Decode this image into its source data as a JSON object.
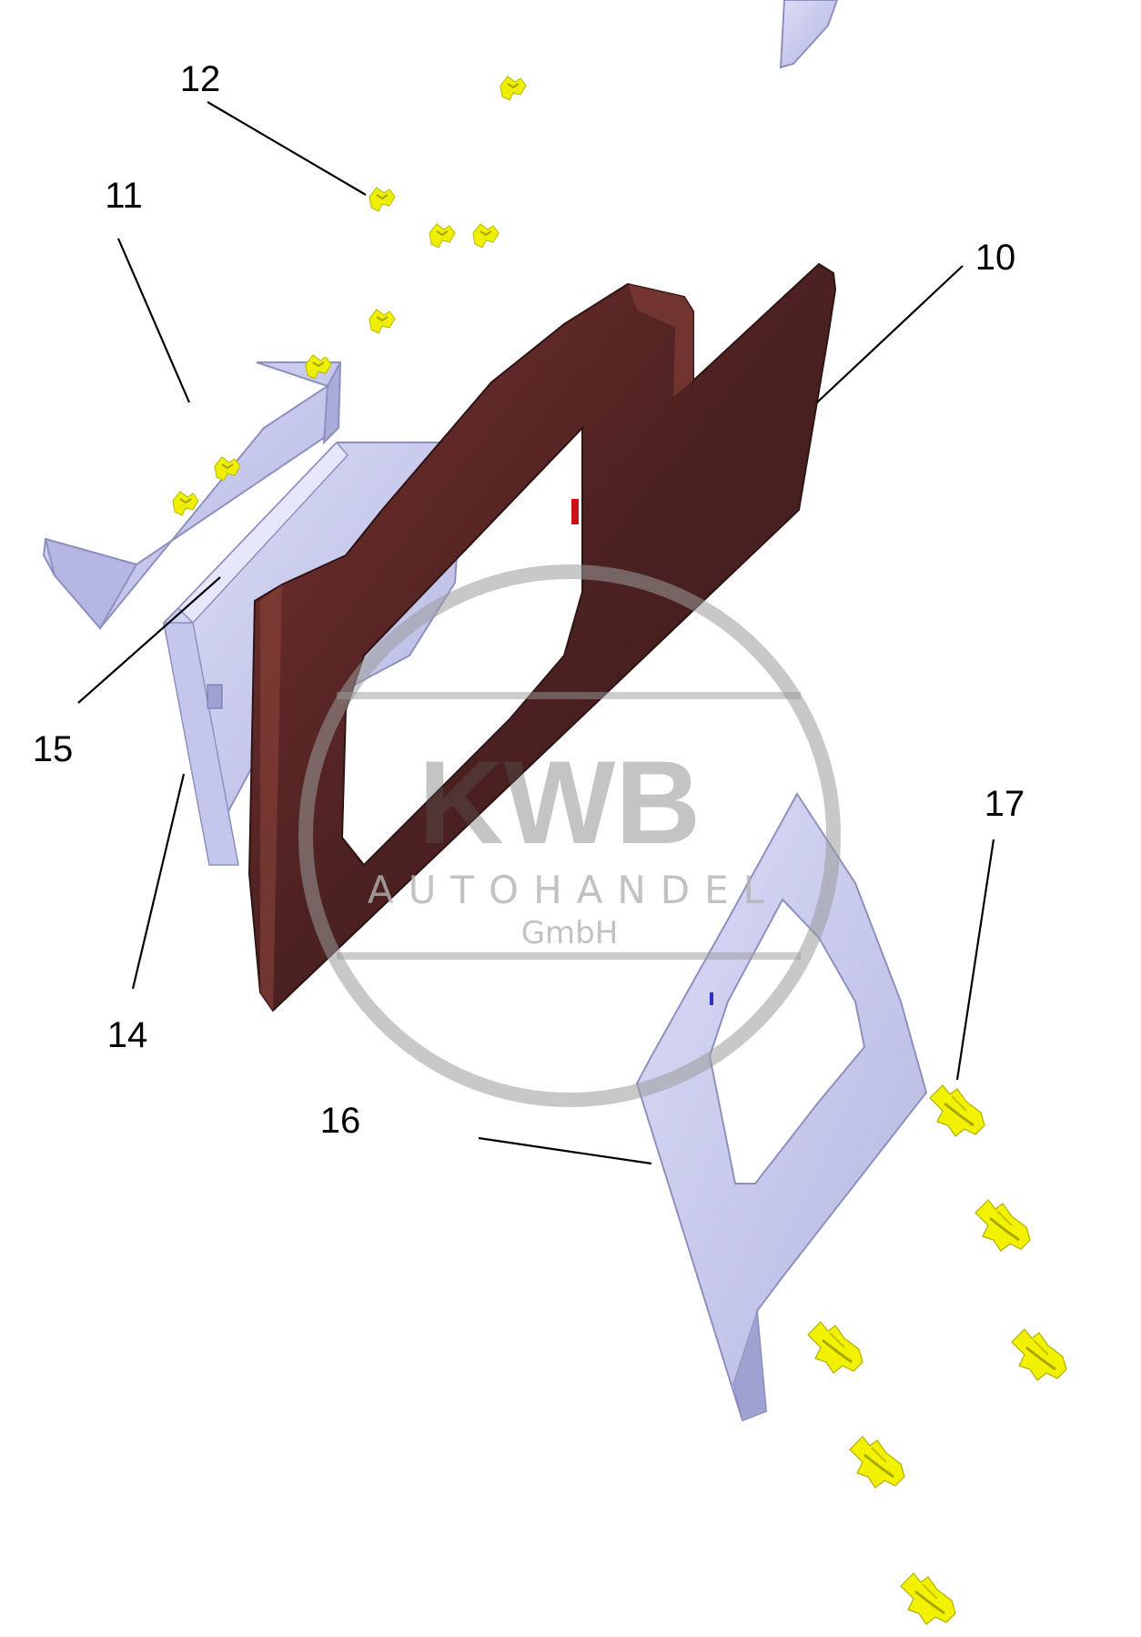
{
  "callouts": [
    {
      "id": "10",
      "label": "10"
    },
    {
      "id": "11",
      "label": "11"
    },
    {
      "id": "12",
      "label": "12"
    },
    {
      "id": "14",
      "label": "14"
    },
    {
      "id": "15",
      "label": "15"
    },
    {
      "id": "16",
      "label": "16"
    },
    {
      "id": "17",
      "label": "17"
    }
  ],
  "watermark": {
    "logo": "KWB",
    "line1": "AUTOHANDEL",
    "line2": "GmbH"
  },
  "colors": {
    "frame_maroon": "#4a2020",
    "panel_lavender": "#c9cbee",
    "clip_yellow": "#f2f200",
    "watermark_gray": "#9a9a9a"
  }
}
